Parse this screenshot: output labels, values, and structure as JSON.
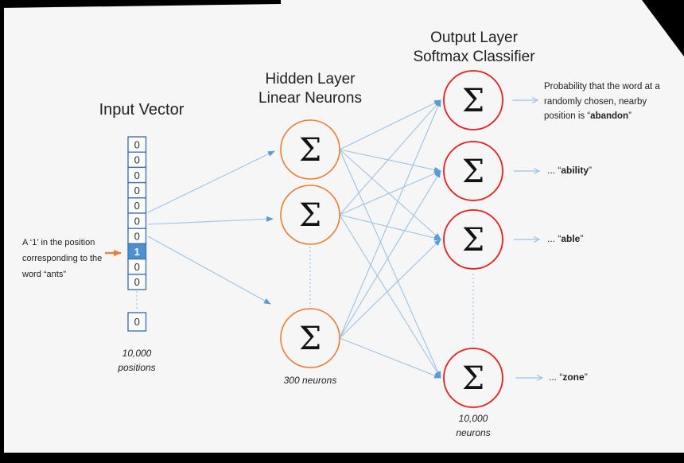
{
  "diagram": {
    "titles": {
      "input": "Input Vector",
      "hidden_line1": "Hidden Layer",
      "hidden_line2": "Linear Neurons",
      "output_line1": "Output Layer",
      "output_line2": "Softmax Classifier"
    },
    "input_vector": {
      "cells": [
        "0",
        "0",
        "0",
        "0",
        "0",
        "0",
        "0",
        "1",
        "0",
        "0"
      ],
      "highlight_index": 7,
      "tail_cell": "0",
      "count_line1": "10,000",
      "count_line2": "positions",
      "annotation_line1": "A ‘1’ in the position",
      "annotation_line2": "corresponding to the",
      "annotation_line3": "word “ants”"
    },
    "hidden_layer": {
      "sigma": "Σ",
      "count_label": "300 neurons"
    },
    "output_layer": {
      "sigma": "Σ",
      "count_line1": "10,000",
      "count_line2": "neurons",
      "labels": [
        {
          "line1": "Probability that the word at a",
          "line2": "randomly chosen, nearby",
          "prefix": "position is “",
          "word": "abandon",
          "suffix": "”"
        },
        {
          "prefix": "... “",
          "word": "ability",
          "suffix": "”"
        },
        {
          "prefix": "... “",
          "word": "able",
          "suffix": "”"
        },
        {
          "prefix": "... “",
          "word": "zone",
          "suffix": "”"
        }
      ]
    },
    "colors": {
      "bg": "#f5f6f5",
      "edge": "#000000",
      "cell_border": "#4476a9",
      "cell_fill": "#fbfbfb",
      "highlight_fill": "#4a90d2",
      "highlight_text": "#ffffff",
      "digit": "#333333",
      "hidden_stroke": "#ed7d31",
      "output_stroke": "#ee1c1c",
      "line": "#9dc3e6",
      "arrow": "#5b9bd5",
      "orange": "#ed7d31",
      "text": "#212121"
    }
  }
}
